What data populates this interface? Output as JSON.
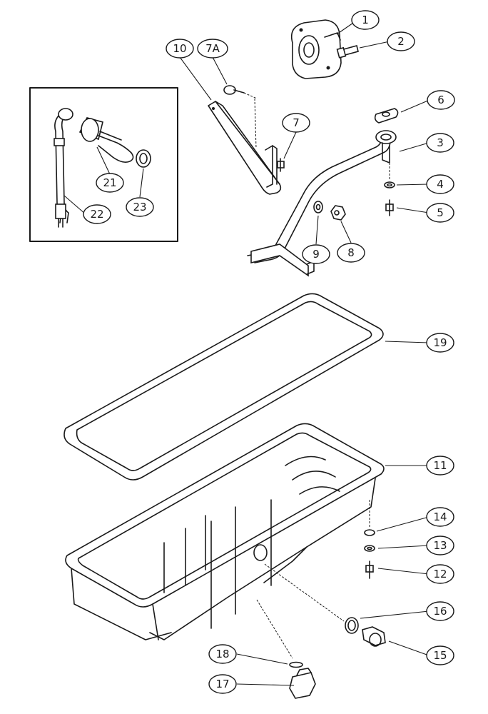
{
  "callouts": [
    {
      "id": "1",
      "label": "1"
    },
    {
      "id": "2",
      "label": "2"
    },
    {
      "id": "3",
      "label": "3"
    },
    {
      "id": "4",
      "label": "4"
    },
    {
      "id": "5",
      "label": "5"
    },
    {
      "id": "6",
      "label": "6"
    },
    {
      "id": "7",
      "label": "7"
    },
    {
      "id": "7a",
      "label": "7A"
    },
    {
      "id": "8",
      "label": "8"
    },
    {
      "id": "9",
      "label": "9"
    },
    {
      "id": "10",
      "label": "10"
    },
    {
      "id": "11",
      "label": "11"
    },
    {
      "id": "12",
      "label": "12"
    },
    {
      "id": "13",
      "label": "13"
    },
    {
      "id": "14",
      "label": "14"
    },
    {
      "id": "15",
      "label": "15"
    },
    {
      "id": "16",
      "label": "16"
    },
    {
      "id": "17",
      "label": "17"
    },
    {
      "id": "18",
      "label": "18"
    },
    {
      "id": "19",
      "label": "19"
    },
    {
      "id": "21",
      "label": "21"
    },
    {
      "id": "22",
      "label": "22"
    },
    {
      "id": "23",
      "label": "23"
    }
  ]
}
